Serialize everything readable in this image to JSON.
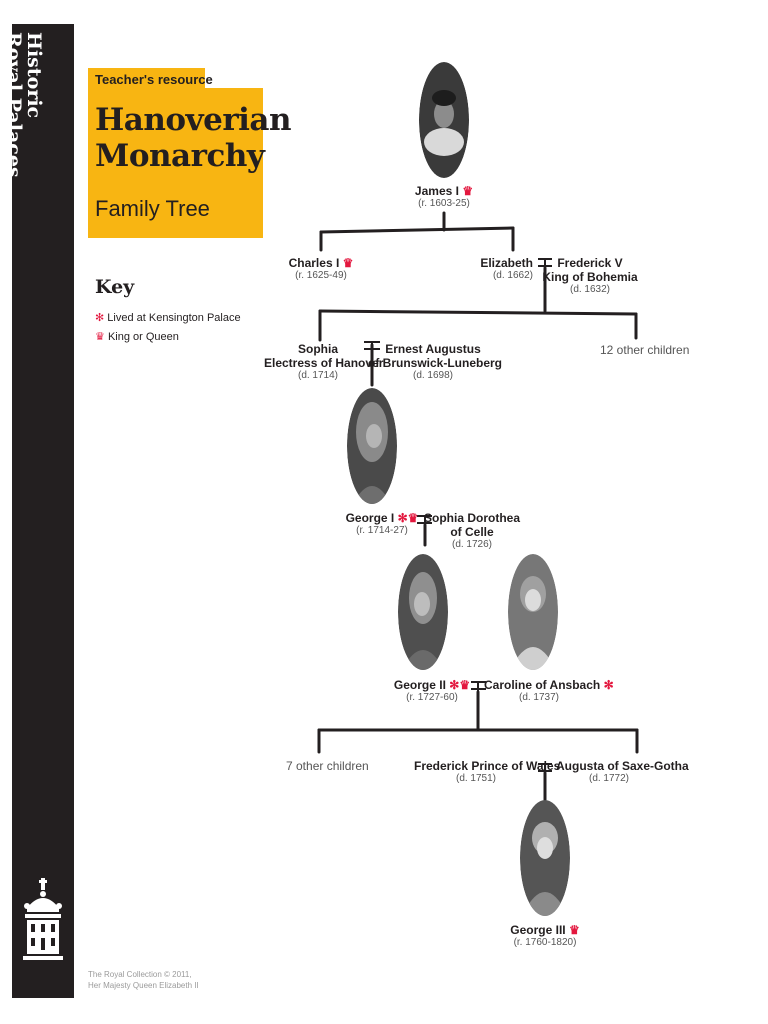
{
  "brand": {
    "line1": "Historic",
    "line2": "Royal Palaces"
  },
  "header": {
    "tag": "Teacher's resource",
    "title_line1": "Hanoverian",
    "title_line2": "Monarchy",
    "subtitle": "Family Tree"
  },
  "key": {
    "heading": "Key",
    "items": [
      {
        "label": "Lived at Kensington Palace",
        "symbol": "kensington-icon"
      },
      {
        "label": "King or Queen",
        "symbol": "crown-icon"
      }
    ]
  },
  "people": {
    "james_i": {
      "name": "James I",
      "dates": "(r. 1603-25)"
    },
    "charles_i": {
      "name": "Charles I",
      "dates": "(r. 1625-49)"
    },
    "elizabeth": {
      "name": "Elizabeth",
      "dates": "(d. 1662)"
    },
    "frederick_v": {
      "name_line1": "Frederick V",
      "name_line2": "King of Bohemia",
      "dates": "(d. 1632)"
    },
    "sophia": {
      "name_line1": "Sophia",
      "name_line2": "Electress of Hanover",
      "dates": "(d. 1714)"
    },
    "ernest": {
      "name_line1": "Ernest Augustus",
      "name_line2": "of Brunswick-Luneberg",
      "dates": "(d. 1698)"
    },
    "other12": {
      "label": "12 other children"
    },
    "george_i": {
      "name": "George I",
      "dates": "(r. 1714-27)"
    },
    "sophia_dorothea": {
      "name_line1": "Sophia Dorothea",
      "name_line2": "of Celle",
      "dates": "(d. 1726)"
    },
    "george_ii": {
      "name": "George II",
      "dates": "(r. 1727-60)"
    },
    "caroline": {
      "name": "Caroline of Ansbach",
      "dates": "(d. 1737)"
    },
    "other7": {
      "label": "7 other children"
    },
    "frederick_prince": {
      "name": "Frederick Prince of Wales",
      "dates": "(d. 1751)"
    },
    "augusta": {
      "name": "Augusta of Saxe-Gotha",
      "dates": "(d. 1772)"
    },
    "george_iii": {
      "name": "George III",
      "dates": "(r. 1760-1820)"
    }
  },
  "copyright": {
    "line1": "The Royal Collection © 2011,",
    "line2": "Her Majesty Queen Elizabeth II"
  },
  "colors": {
    "accent": "#f8b512",
    "symbol_red": "#e3173e",
    "sidebar": "#231f20"
  }
}
